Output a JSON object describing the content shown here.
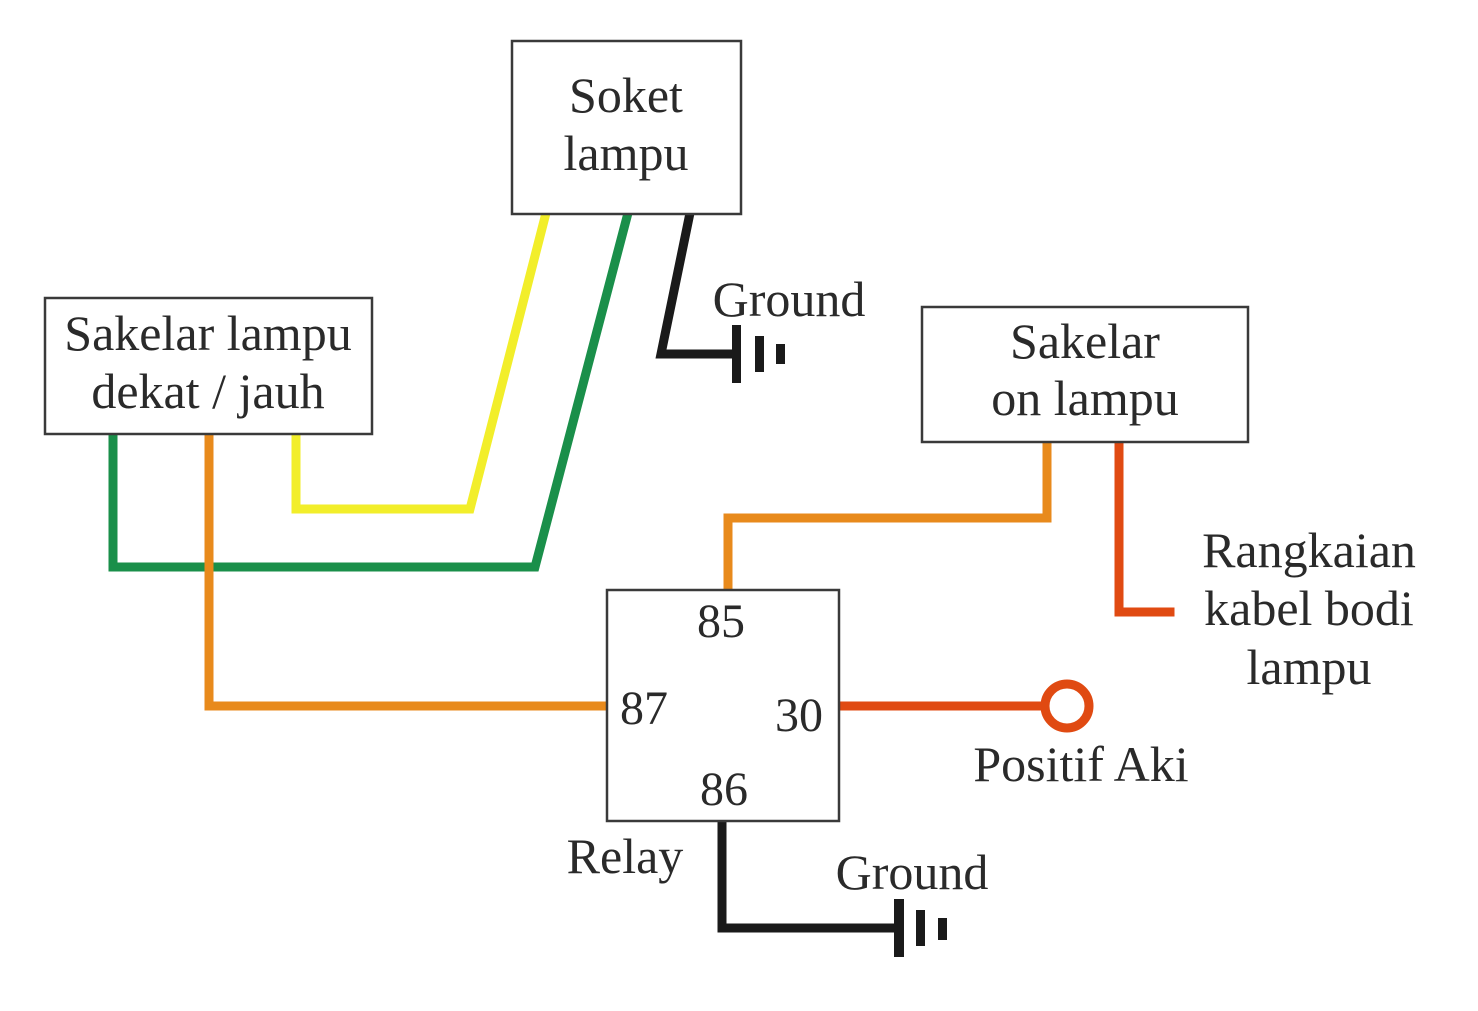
{
  "components": {
    "soket_lampu": {
      "line1": "Soket",
      "line2": "lampu"
    },
    "sakelar_dekat_jauh": {
      "line1": "Sakelar lampu",
      "line2": "dekat / jauh"
    },
    "sakelar_on": {
      "line1": "Sakelar",
      "line2": "on lampu"
    },
    "relay": {
      "label": "Relay",
      "pin_85": "85",
      "pin_87": "87",
      "pin_30": "30",
      "pin_86": "86"
    }
  },
  "labels": {
    "ground_top": "Ground",
    "ground_bottom": "Ground",
    "positif_aki": "Positif Aki",
    "rangkaian_line1": "Rangkaian",
    "rangkaian_line2": "kabel bodi",
    "rangkaian_line3": "lampu"
  },
  "colors": {
    "yellow": "#f2ee2a",
    "green": "#1a8f4a",
    "orange": "#e88a1c",
    "red_orange": "#e04a12",
    "black": "#1a1a1a",
    "border": "#3a3a3a"
  }
}
